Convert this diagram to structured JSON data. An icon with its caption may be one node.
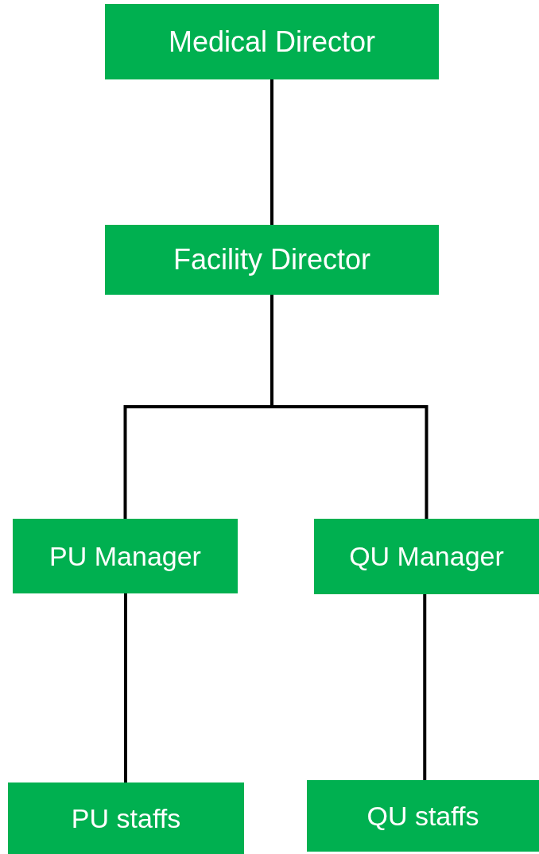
{
  "diagram": {
    "nodes": [
      {
        "text": [
          "Medical Director"
        ]
      },
      {
        "text": [
          "Facility Director"
        ]
      },
      {
        "text": [
          "PU Manager"
        ]
      },
      {
        "text": [
          "QU Manager"
        ]
      },
      {
        "text": [
          "PU staffs"
        ]
      },
      {
        "text": [
          "QU staffs"
        ]
      }
    ],
    "edges": [
      {
        "from": 0,
        "to": 1,
        "arrow": "none"
      },
      {
        "from": 1,
        "to": 2,
        "arrow": "none"
      },
      {
        "from": 1,
        "to": 3,
        "arrow": "none"
      },
      {
        "from": 2,
        "to": 4,
        "arrow": "none"
      },
      {
        "from": 3,
        "to": 5,
        "arrow": "none"
      }
    ]
  }
}
